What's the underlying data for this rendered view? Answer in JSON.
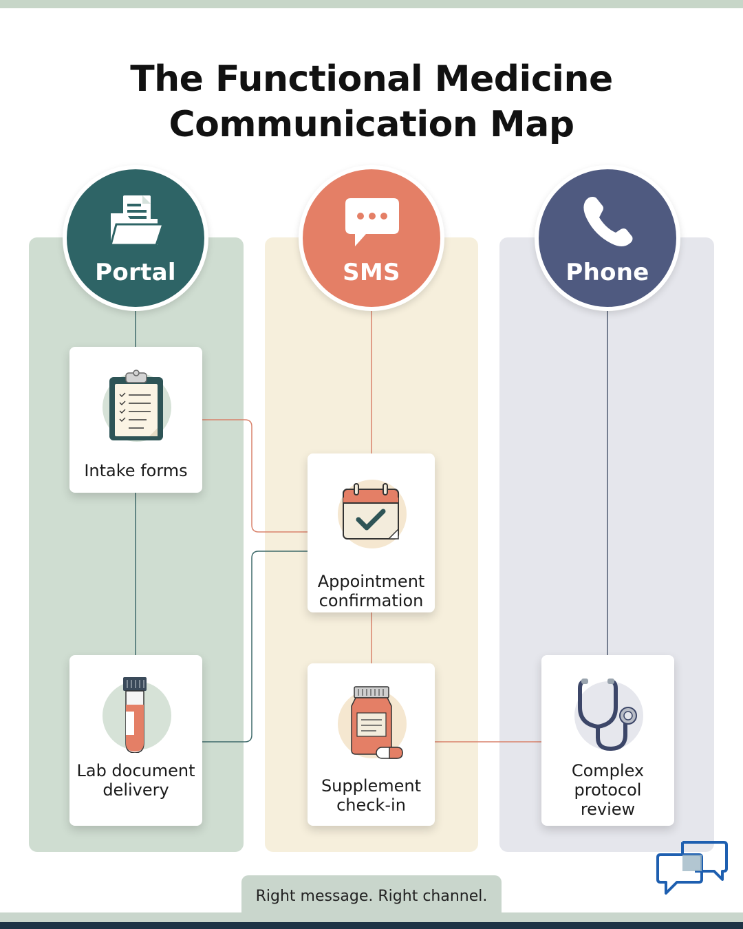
{
  "title": {
    "line1": "The Functional Medicine",
    "line2": "Communication Map"
  },
  "channels": [
    {
      "label": "Portal",
      "icon": "document-folder-icon",
      "color": "#2e6466"
    },
    {
      "label": "SMS",
      "icon": "chat-bubble-icon",
      "color": "#e47f66"
    },
    {
      "label": "Phone",
      "icon": "phone-handset-icon",
      "color": "#4f5a80"
    }
  ],
  "column_colors": {
    "portal": "#cfddd1",
    "sms": "#f6efdc",
    "phone": "#e5e6ec"
  },
  "cards": {
    "intake": {
      "label": "Intake forms",
      "icon": "clipboard-checklist-icon"
    },
    "appointment": {
      "label": "Appointment confirmation",
      "icon": "calendar-check-icon"
    },
    "lab": {
      "label": "Lab document delivery",
      "icon": "test-tube-icon"
    },
    "supplement": {
      "label": "Supplement check-in",
      "icon": "supplement-bottle-icon"
    },
    "protocol": {
      "label": "Complex protocol review",
      "icon": "stethoscope-icon"
    }
  },
  "tagline": "Right message. Right channel.",
  "brand_icon": "chat-bubbles-logo-icon"
}
